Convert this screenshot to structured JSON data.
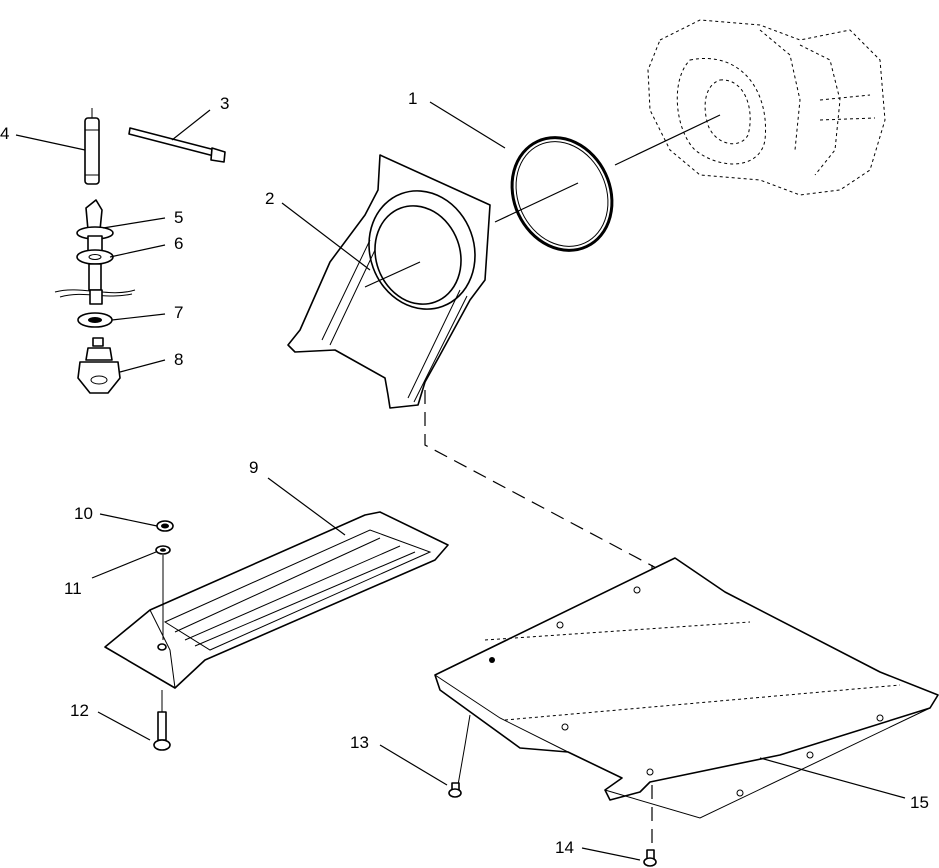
{
  "diagram": {
    "parts": [
      {
        "id": "part-1",
        "callout": "1",
        "name": "o-ring"
      },
      {
        "id": "part-2",
        "callout": "2",
        "name": "intake-chute"
      },
      {
        "id": "part-3",
        "callout": "3",
        "name": "cable-tie"
      },
      {
        "id": "part-4",
        "callout": "4",
        "name": "pin"
      },
      {
        "id": "part-5",
        "callout": "5",
        "name": "bushing"
      },
      {
        "id": "part-6",
        "callout": "6",
        "name": "washer"
      },
      {
        "id": "part-7",
        "callout": "7",
        "name": "washer"
      },
      {
        "id": "part-8",
        "callout": "8",
        "name": "fitting"
      },
      {
        "id": "part-9",
        "callout": "9",
        "name": "skid-plate"
      },
      {
        "id": "part-10",
        "callout": "10",
        "name": "nut"
      },
      {
        "id": "part-11",
        "callout": "11",
        "name": "washer"
      },
      {
        "id": "part-12",
        "callout": "12",
        "name": "screw"
      },
      {
        "id": "part-13",
        "callout": "13",
        "name": "screw"
      },
      {
        "id": "part-14",
        "callout": "14",
        "name": "screw"
      },
      {
        "id": "part-15",
        "callout": "15",
        "name": "hull-plate"
      }
    ]
  }
}
